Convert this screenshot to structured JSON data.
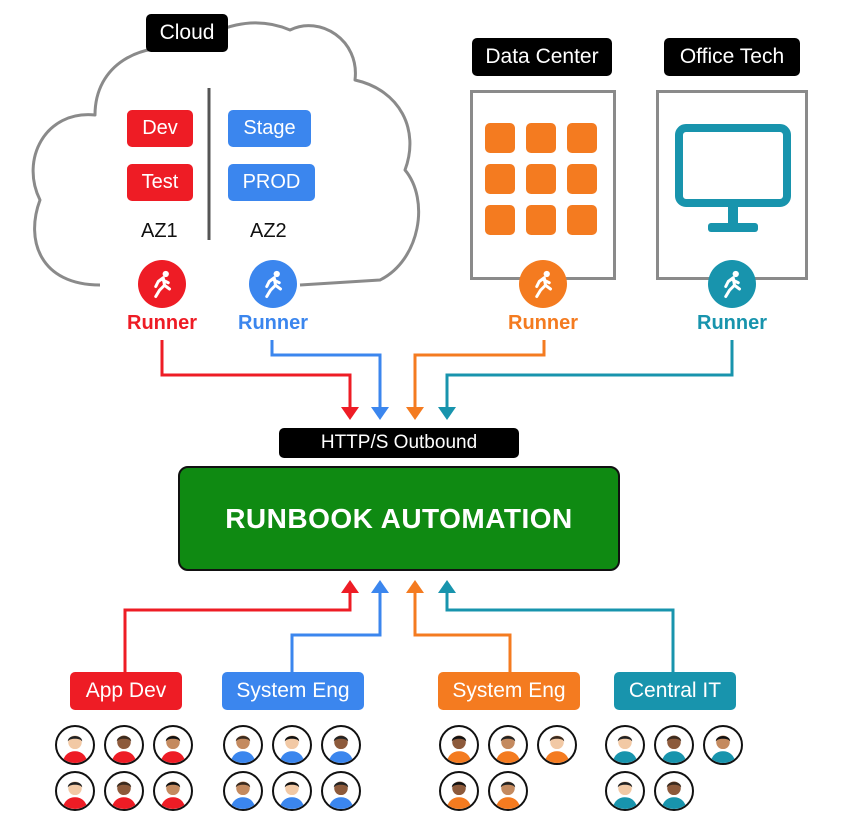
{
  "colors": {
    "red": "#ee1c25",
    "blue": "#3b86ee",
    "orange": "#f47b20",
    "teal": "#1894ad",
    "green": "#0f8a12",
    "black": "#000000",
    "gray": "#8a8a8a"
  },
  "cloud": {
    "title": "Cloud",
    "az1": {
      "label": "AZ1",
      "envs": [
        "Dev",
        "Test"
      ]
    },
    "az2": {
      "label": "AZ2",
      "envs": [
        "Stage",
        "PROD"
      ]
    }
  },
  "datacenter": {
    "title": "Data Center",
    "icon": "server-grid-icon"
  },
  "officetech": {
    "title": "Office Tech",
    "icon": "monitor-icon"
  },
  "runners": [
    {
      "label": "Runner",
      "color": "#ee1c25",
      "icon": "runner-icon"
    },
    {
      "label": "Runner",
      "color": "#3b86ee",
      "icon": "runner-icon"
    },
    {
      "label": "Runner",
      "color": "#f47b20",
      "icon": "runner-icon"
    },
    {
      "label": "Runner",
      "color": "#1894ad",
      "icon": "runner-icon"
    }
  ],
  "outbound": "HTTP/S Outbound",
  "core": "RUNBOOK AUTOMATION",
  "teams": [
    {
      "label": "App Dev",
      "color": "#ee1c25",
      "members": 6
    },
    {
      "label": "System Eng",
      "color": "#3b86ee",
      "members": 6
    },
    {
      "label": "System Eng",
      "color": "#f47b20",
      "members": 5
    },
    {
      "label": "Central IT",
      "color": "#1894ad",
      "members": 5
    }
  ]
}
